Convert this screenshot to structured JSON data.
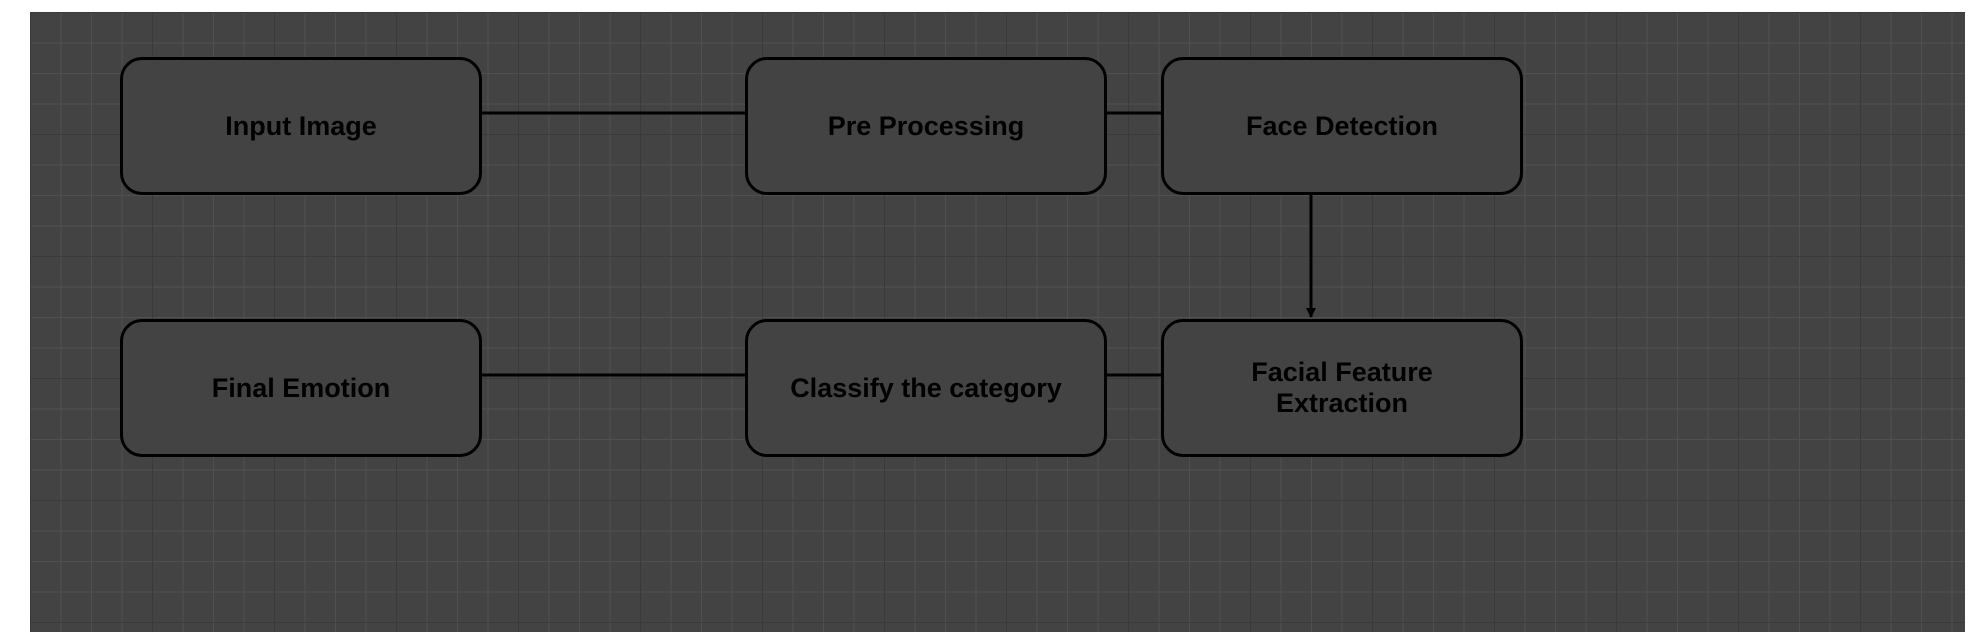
{
  "diagram": {
    "nodes": [
      {
        "id": "input-image",
        "label": "Input Image"
      },
      {
        "id": "pre-processing",
        "label": "Pre Processing"
      },
      {
        "id": "face-detection",
        "label": "Face Detection"
      },
      {
        "id": "facial-feature-extraction",
        "label": "Facial Feature\nExtraction"
      },
      {
        "id": "classify-the-category",
        "label": "Classify the category"
      },
      {
        "id": "final-emotion",
        "label": "Final Emotion"
      }
    ],
    "edges": [
      {
        "from": "input-image",
        "to": "pre-processing"
      },
      {
        "from": "pre-processing",
        "to": "face-detection"
      },
      {
        "from": "face-detection",
        "to": "facial-feature-extraction"
      },
      {
        "from": "facial-feature-extraction",
        "to": "classify-the-category"
      },
      {
        "from": "classify-the-category",
        "to": "final-emotion"
      }
    ],
    "colors": {
      "background": "#434343",
      "stroke": "#000000",
      "text": "#000000"
    }
  }
}
